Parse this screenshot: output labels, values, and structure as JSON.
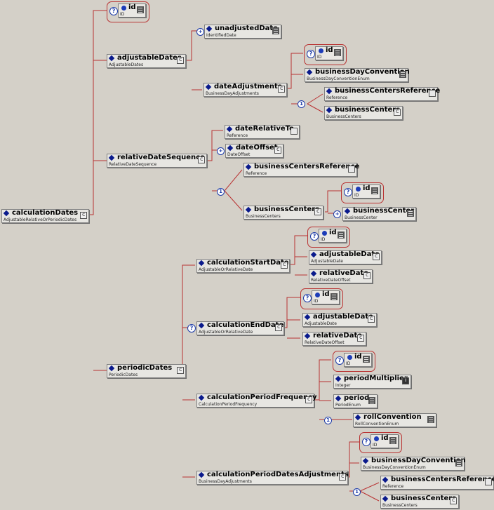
{
  "nodes": {
    "calculationDates": {
      "name": "calculationDates",
      "type": "AdjustableRelativeOrPeriodicDates"
    },
    "id_top": {
      "name": "id",
      "type": "ID"
    },
    "adjustableDates": {
      "name": "adjustableDates",
      "type": "AdjustableDates"
    },
    "unadjustedDate": {
      "name": "unadjustedDate",
      "type": "IdentifiedDate"
    },
    "dateAdjustments": {
      "name": "dateAdjustments",
      "type": "BusinessDayAdjustments"
    },
    "id_da": {
      "name": "id",
      "type": "ID"
    },
    "bdc_da": {
      "name": "businessDayConvention",
      "type": "BusinessDayConventionEnum"
    },
    "bcr_da": {
      "name": "businessCentersReference",
      "type": "Reference"
    },
    "bc_da": {
      "name": "businessCenters",
      "type": "BusinessCenters"
    },
    "relativeDateSequence": {
      "name": "relativeDateSequence",
      "type": "RelativeDateSequence"
    },
    "dateRelativeTo": {
      "name": "dateRelativeTo",
      "type": "Reference"
    },
    "dateOffset": {
      "name": "dateOffset",
      "type": "DateOffset"
    },
    "bcr_rds": {
      "name": "businessCentersReference",
      "type": "Reference"
    },
    "bc_rds": {
      "name": "businessCenters",
      "type": "BusinessCenters"
    },
    "id_bc": {
      "name": "id",
      "type": "ID"
    },
    "businessCenter": {
      "name": "businessCenter",
      "type": "BusinessCenter"
    },
    "periodicDates": {
      "name": "periodicDates",
      "type": "PeriodicDates"
    },
    "calculationStartDate": {
      "name": "calculationStartDate",
      "type": "AdjustableOrRelativeDate"
    },
    "id_csd": {
      "name": "id",
      "type": "ID"
    },
    "adj_csd": {
      "name": "adjustableDate",
      "type": "AdjustableDate"
    },
    "rel_csd": {
      "name": "relativeDate",
      "type": "RelativeDateOffset"
    },
    "calculationEndDate": {
      "name": "calculationEndDate",
      "type": "AdjustableOrRelativeDate"
    },
    "id_ced": {
      "name": "id",
      "type": "ID"
    },
    "adj_ced": {
      "name": "adjustableDate",
      "type": "AdjustableDate"
    },
    "rel_ced": {
      "name": "relativeDate",
      "type": "RelativeDateOffset"
    },
    "calculationPeriodFrequency": {
      "name": "calculationPeriodFrequency",
      "type": "CalculationPeriodFrequency"
    },
    "id_cpf": {
      "name": "id",
      "type": "ID"
    },
    "periodMultiplier": {
      "name": "periodMultiplier",
      "type": "Integer"
    },
    "period": {
      "name": "period",
      "type": "PeriodEnum"
    },
    "rollConvention": {
      "name": "rollConvention",
      "type": "RollConventionEnum"
    },
    "calculationPeriodDatesAdjustments": {
      "name": "calculationPeriodDatesAdjustments",
      "type": "BusinessDayAdjustments"
    },
    "id_cpda": {
      "name": "id",
      "type": "ID"
    },
    "bdc_cpda": {
      "name": "businessDayConvention",
      "type": "BusinessDayConventionEnum"
    },
    "bcr_cpda": {
      "name": "businessCentersReference",
      "type": "Reference"
    },
    "bc_cpda": {
      "name": "businessCenters",
      "type": "BusinessCenters"
    }
  },
  "symbols": {
    "optional": "?",
    "choice_one": "1",
    "sequence": "+"
  },
  "colors": {
    "wire": "#b93232",
    "diamond": "#0a1a8c",
    "background": "#d4d0c8"
  }
}
